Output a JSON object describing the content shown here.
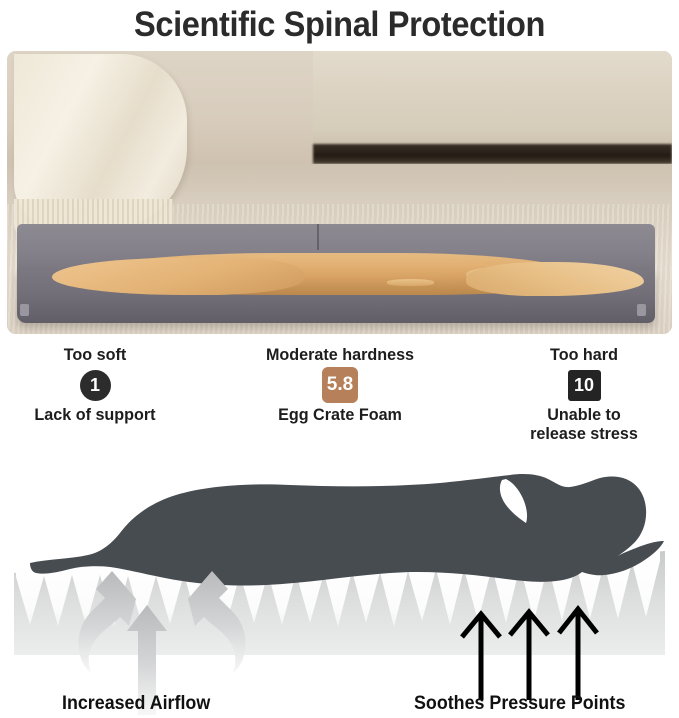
{
  "header": {
    "title": "Scientific Spinal Protection"
  },
  "photo": {
    "name": "dog-on-pet-bed-photo",
    "alt": "Golden retriever lying on a gray orthopedic pet bed in a living room"
  },
  "hardness_scale": {
    "left": {
      "top_label": "Too soft",
      "badge": "1",
      "badge_color": "#2c2c2c",
      "bottom_label": "Lack of support"
    },
    "middle": {
      "top_label": "Moderate hardness",
      "badge": "5.8",
      "badge_color": "#b5805a",
      "bottom_label": "Egg Crate Foam"
    },
    "right": {
      "top_label": "Too hard",
      "badge": "10",
      "badge_color": "#242424",
      "bottom_label_line1": "Unable to",
      "bottom_label_line2": "release stress"
    }
  },
  "diagram": {
    "silhouette_color": "#474c51",
    "foam_color": "#d8d9da",
    "airflow_caption": "Increased Airflow",
    "pressure_caption": "Soothes Pressure Points"
  }
}
